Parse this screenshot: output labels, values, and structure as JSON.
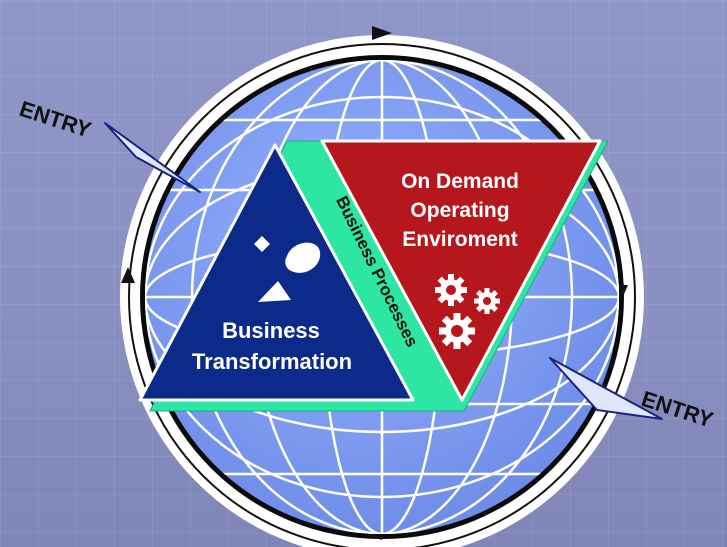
{
  "diagram": {
    "entry_left": "ENTRY",
    "entry_right": "ENTRY",
    "blue_triangle": {
      "line1": "Business",
      "line2": "Transformation"
    },
    "red_triangle": {
      "line1": "On Demand",
      "line2": "Operating",
      "line3": "Enviroment"
    },
    "green_band": "Business Processes"
  },
  "colors": {
    "background": "#8f96c8",
    "globe": "#7d9cf0",
    "blue_triangle": "#0c2a8a",
    "red_triangle": "#b5171c",
    "green_band": "#2ee6a4"
  }
}
